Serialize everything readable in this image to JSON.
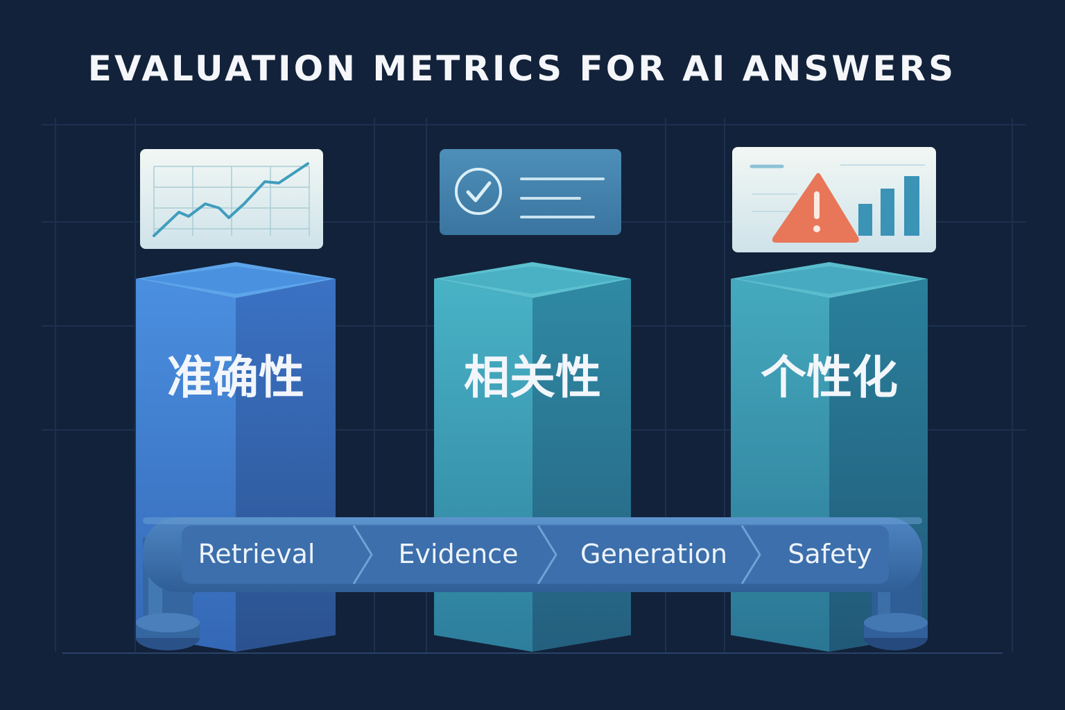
{
  "title": "EVALUATION METRICS FOR AI ANSWERS",
  "pillars": [
    {
      "label": "准确性",
      "icon": "line-chart-icon",
      "color": "#3e7fd0"
    },
    {
      "label": "相关性",
      "icon": "checklist-icon",
      "color": "#2f96ad"
    },
    {
      "label": "个性化",
      "icon": "warning-bar-chart-icon",
      "color": "#2a8ea6"
    }
  ],
  "pipeline": {
    "stages": [
      "Retrieval",
      "Evidence",
      "Generation",
      "Safety"
    ]
  },
  "colors": {
    "background": "#12223a",
    "warning": "#e8775a",
    "pipe": "#3a6ea8"
  }
}
